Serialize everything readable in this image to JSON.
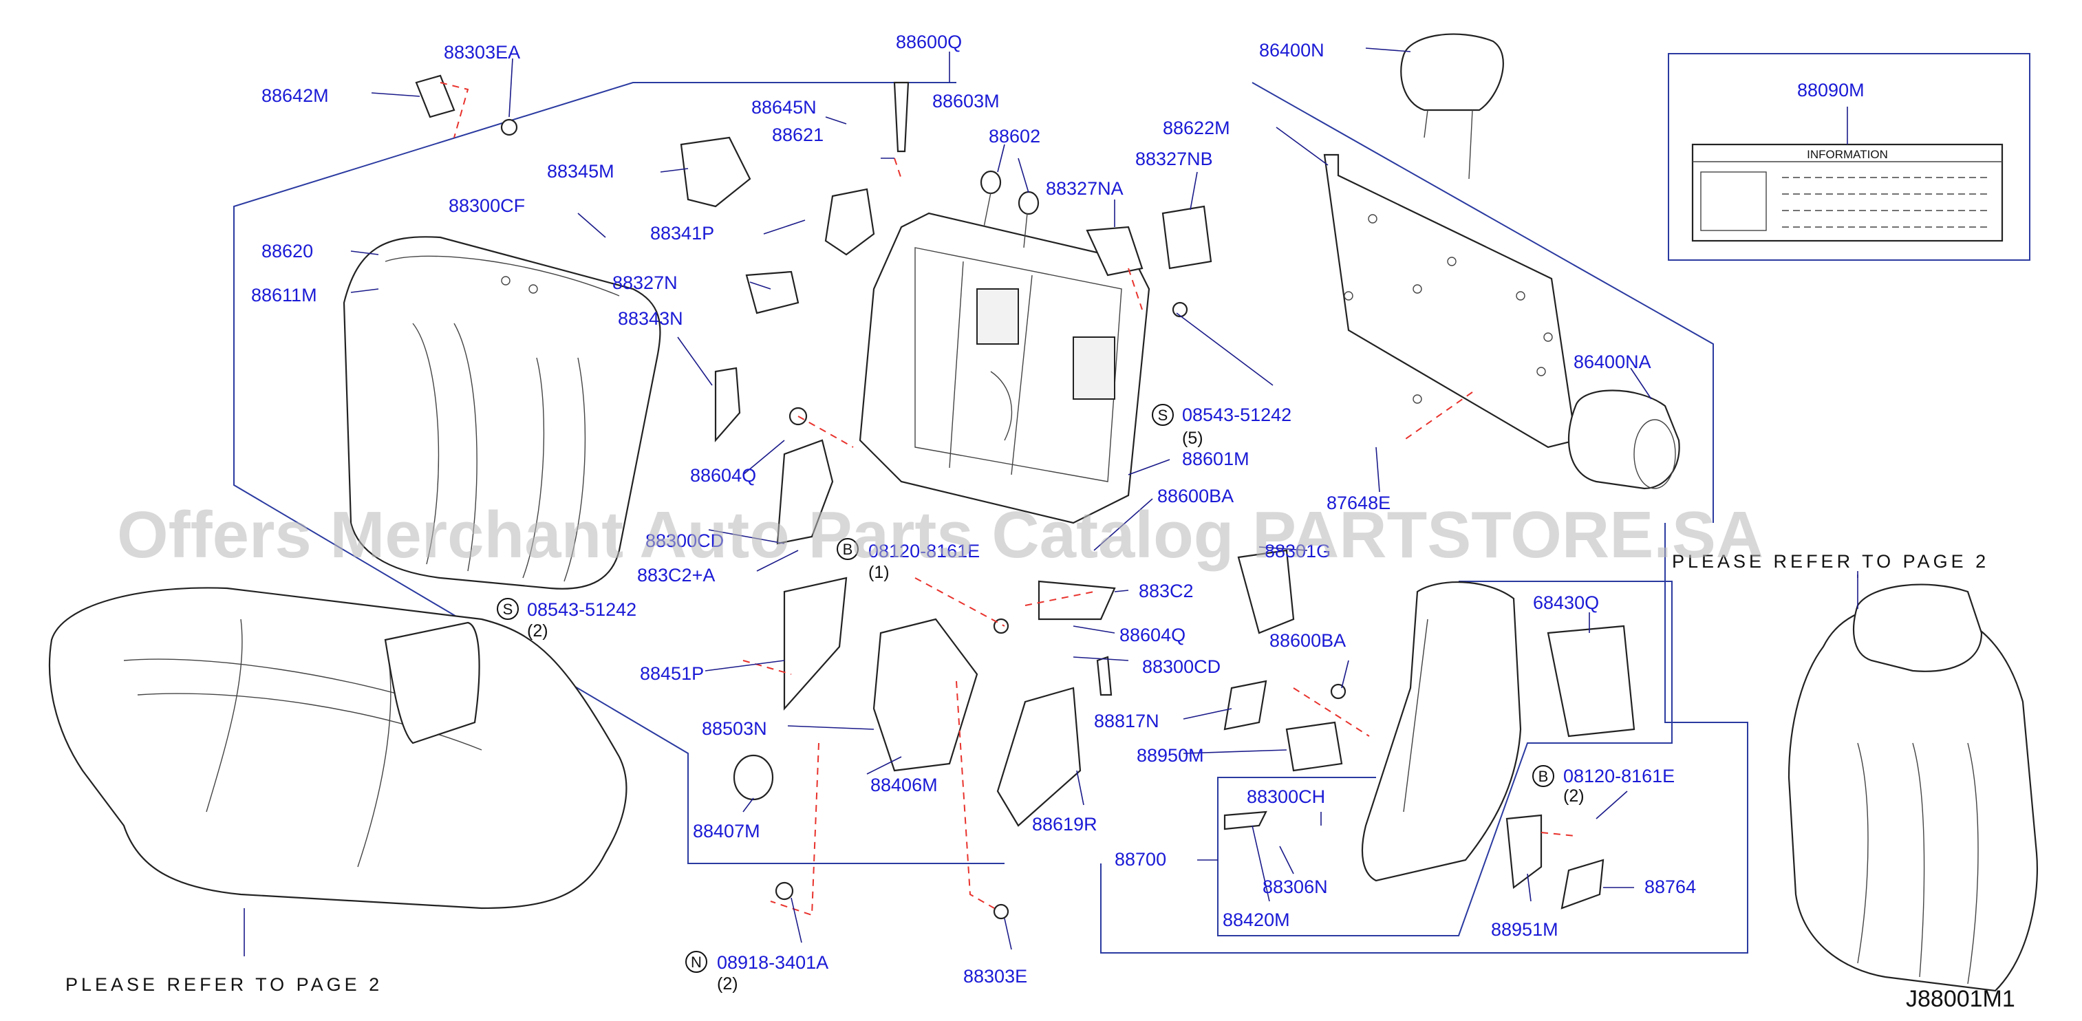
{
  "parts": {
    "p88303EA": "88303EA",
    "p88600Q": "88600Q",
    "p86400N": "86400N",
    "p88090M": "88090M",
    "p88642M": "88642M",
    "p88645N": "88645N",
    "p88603M": "88603M",
    "p88621": "88621",
    "p88602": "88602",
    "p88622M": "88622M",
    "p88345M": "88345M",
    "p88327NB": "88327NB",
    "p88327NA": "88327NA",
    "p88300CF": "88300CF",
    "p88341P": "88341P",
    "p88620": "88620",
    "p88611M": "88611M",
    "p88327N": "88327N",
    "p88343N": "88343N",
    "p86400NA": "86400NA",
    "p08543_51242_a": "08543-51242",
    "p88601M": "88601M",
    "p88604Q_a": "88604Q",
    "p87648E": "87648E",
    "p88600BA_a": "88600BA",
    "p88300CD_a": "88300CD",
    "p08120_8161E_a": "08120-8161E",
    "p88301G": "88301G",
    "p883C2A": "883C2+A",
    "p883C2": "883C2",
    "p08543_51242_b": "08543-51242",
    "p68430Q": "68430Q",
    "p88604Q_b": "88604Q",
    "p88600BA_b": "88600BA",
    "p88300CD_b": "88300CD",
    "p88451P": "88451P",
    "p88817N": "88817N",
    "p88503N": "88503N",
    "p88950M": "88950M",
    "p88406M": "88406M",
    "p88300CH": "88300CH",
    "p08120_8161E_b": "08120-8161E",
    "p88407M": "88407M",
    "p88619R": "88619R",
    "p88700": "88700",
    "p88306N": "88306N",
    "p88764": "88764",
    "p88420M": "88420M",
    "p88951M": "88951M",
    "p08918_3401A": "08918-3401A",
    "p88303E": "88303E"
  },
  "quantities": {
    "q5": "(5)",
    "q1": "(1)",
    "q2_screw": "(2)",
    "q2_bolt": "(2)",
    "q2_nut": "(2)"
  },
  "symbols": {
    "s": "S",
    "b": "B",
    "n": "N"
  },
  "notes": {
    "refer_right": "PLEASE REFER TO PAGE 2",
    "refer_left": "PLEASE REFER TO PAGE 2",
    "label_heading": "INFORMATION"
  },
  "diagram_code": "J88001M1",
  "watermark": "Offers Merchant Auto Parts Catalog PARTSTORE.SA",
  "colors": {
    "part_number": "#1a1ad6",
    "callout_line": "#1a1a8a",
    "dashed_link": "#e8322c",
    "outline": "#222222"
  }
}
